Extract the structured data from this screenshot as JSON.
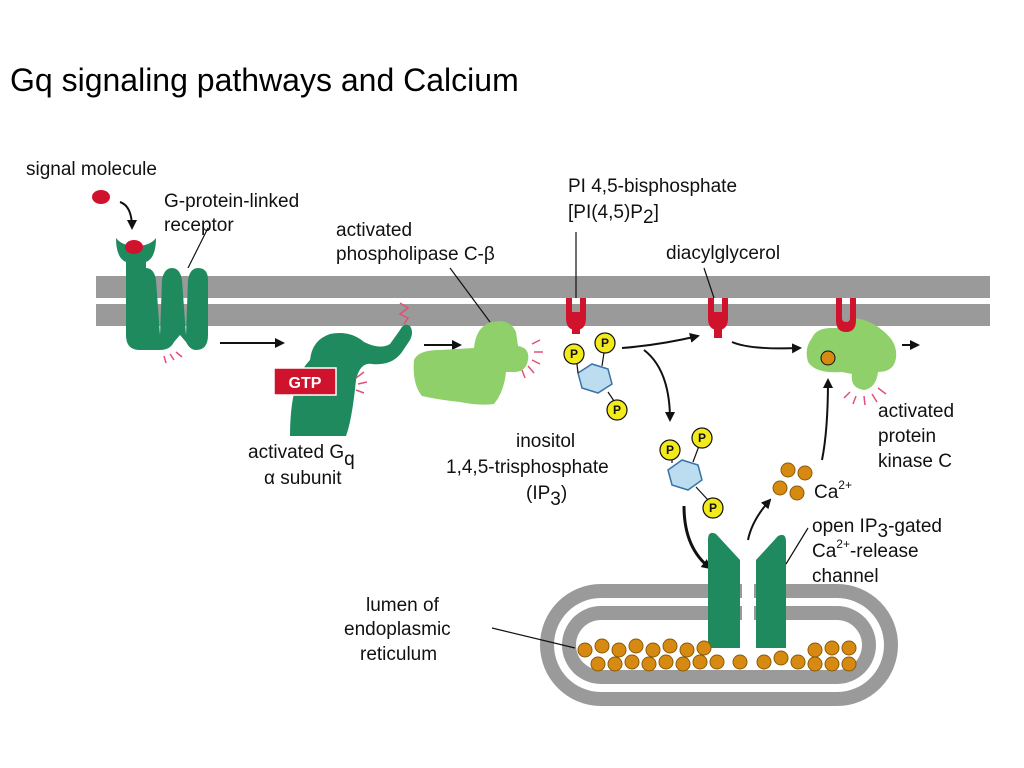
{
  "title": "Gq signaling pathways and Calcium",
  "labels": {
    "signal_molecule": "signal molecule",
    "receptor_l1": "G-protein-linked",
    "receptor_l2": "receptor",
    "plc_l1": "activated",
    "plc_l2": "phospholipase C-β",
    "pip2_l1": "PI 4,5-bisphosphate",
    "pip2_l2": "[PI(4,5)P",
    "pip2_sub": "2",
    "pip2_end": "]",
    "dag": "diacylglycerol",
    "gtp": "GTP",
    "gq_l1": "activated G",
    "gq_sub": "q",
    "gq_l2": "α subunit",
    "ip3_l1": "inositol",
    "ip3_l2": "1,4,5-trisphosphate",
    "ip3_l3a": "(IP",
    "ip3_sub": "3",
    "ip3_l3b": ")",
    "ca": "Ca",
    "ca_sup": "2+",
    "pkc_l1": "activated",
    "pkc_l2": "protein",
    "pkc_l3": "kinase C",
    "channel_l1a": "open IP",
    "channel_l1sub": "3",
    "channel_l1b": "-gated",
    "channel_l2a": "Ca",
    "channel_l2sup": "2+",
    "channel_l2b": "-release",
    "channel_l3": "channel",
    "er_l1": "lumen of",
    "er_l2": "endoplasmic",
    "er_l3": "reticulum",
    "phosphate": "P"
  },
  "colors": {
    "membrane": "#9a9a9a",
    "receptor_green": "#1f8a5e",
    "plc_green": "#8fd06a",
    "pip2_red": "#d0132c",
    "gtp_red": "#d0132c",
    "phosphate_yellow": "#f2ea1a",
    "inositol_blue": "#bcdcf0",
    "calcium_orange": "#d68a12",
    "highlight_pink": "#e0507a"
  },
  "icons": {
    "signal_molecule": "red-oval",
    "receptor": "seven-transmembrane-receptor",
    "g_protein": "g-alpha-subunit",
    "plc": "phospholipase-blob",
    "pip2": "lipid-headgroup-icon",
    "pkc": "kinase-blob",
    "channel": "ion-channel",
    "er": "endoplasmic-reticulum"
  }
}
